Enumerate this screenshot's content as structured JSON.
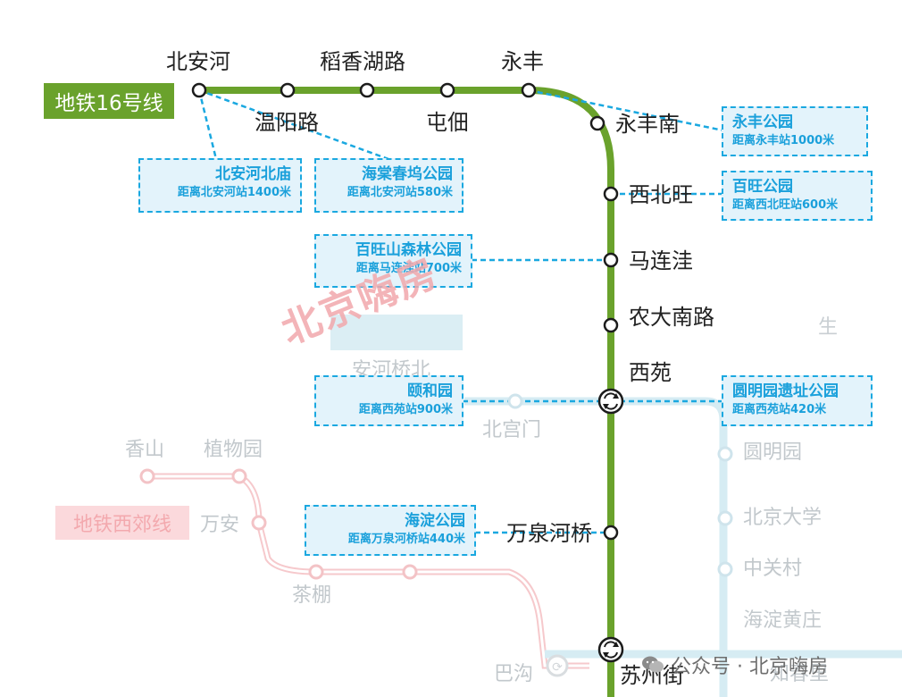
{
  "line": {
    "name": "地铁16号线",
    "color": "#6aa22c"
  },
  "stations": {
    "beianhe": "北安河",
    "wenyanglu": "温阳路",
    "daoxianghulu": "稻香湖路",
    "tundian": "屯佃",
    "yongfeng": "永丰",
    "yongfengnan": "永丰南",
    "xibeiwang": "西北旺",
    "malianwa": "马连洼",
    "nongdananlu": "农大南路",
    "xiyuan": "西苑",
    "wanquanheqiao": "万泉河桥",
    "suzhoujie": "苏州街"
  },
  "faint_stations": {
    "anheqiaobei": "安河桥北",
    "beigongmen": "北宫门",
    "xiangshan": "香山",
    "zhiwuyuan": "植物园",
    "wanan": "万安",
    "chapeng": "茶棚",
    "bagou": "巴沟",
    "yuanmingyuan": "圆明园",
    "beijingdaxue": "北京大学",
    "zhongguancun": "中关村",
    "haidianhuangzhuang": "海淀黄庄",
    "zhichunli": "知春里",
    "edge_char": "生"
  },
  "xijiao_line": {
    "name": "地铁西郊线",
    "color": "#f4b4b8"
  },
  "parks": [
    {
      "name": "北安河北庙",
      "dist": "距离北安河站1400米"
    },
    {
      "name": "海棠春坞公园",
      "dist": "距离北安河站580米"
    },
    {
      "name": "永丰公园",
      "dist": "距离永丰站1000米"
    },
    {
      "name": "百旺公园",
      "dist": "距离西北旺站600米"
    },
    {
      "name": "百旺山森林公园",
      "dist": "距离马连洼站700米"
    },
    {
      "name": "颐和园",
      "dist": "距离西苑站900米"
    },
    {
      "name": "圆明园遗址公园",
      "dist": "距离西苑站420米"
    },
    {
      "name": "海淀公园",
      "dist": "距离万泉河桥站440米"
    }
  ],
  "watermark": "北京嗨房",
  "footer": "公众号 · 北京嗨房",
  "colors": {
    "park_border": "#1aa8e0",
    "park_fill": "#e3f3fb",
    "line4_faint": "#cfe8f0",
    "xijiao_faint": "#f4b4b8"
  }
}
